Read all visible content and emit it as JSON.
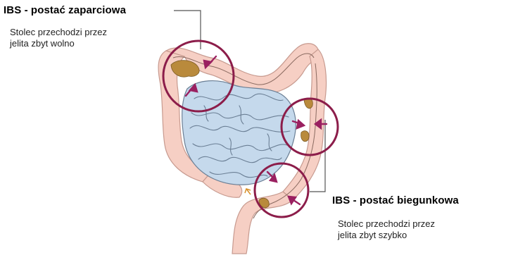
{
  "constipation": {
    "title": "IBS - postać zaparciowa",
    "desc_line1": "Stolec przechodzi przez",
    "desc_line2": "jelita zbyt wolno"
  },
  "diarrhea": {
    "title": "IBS - postać biegunkowa",
    "desc_line1": "Stolec przechodzi przez",
    "desc_line2": "jelita zbyt szybko"
  },
  "colors": {
    "colon": "#f6cfc4",
    "colon_outline": "#c79a8f",
    "small_intestine": "#c5d9ec",
    "small_intestine_outline": "#6b7f95",
    "stool": "#b98a3c",
    "circle": "#8c1d4a",
    "arrow": "#9a2060",
    "leader_line": "#555555"
  }
}
